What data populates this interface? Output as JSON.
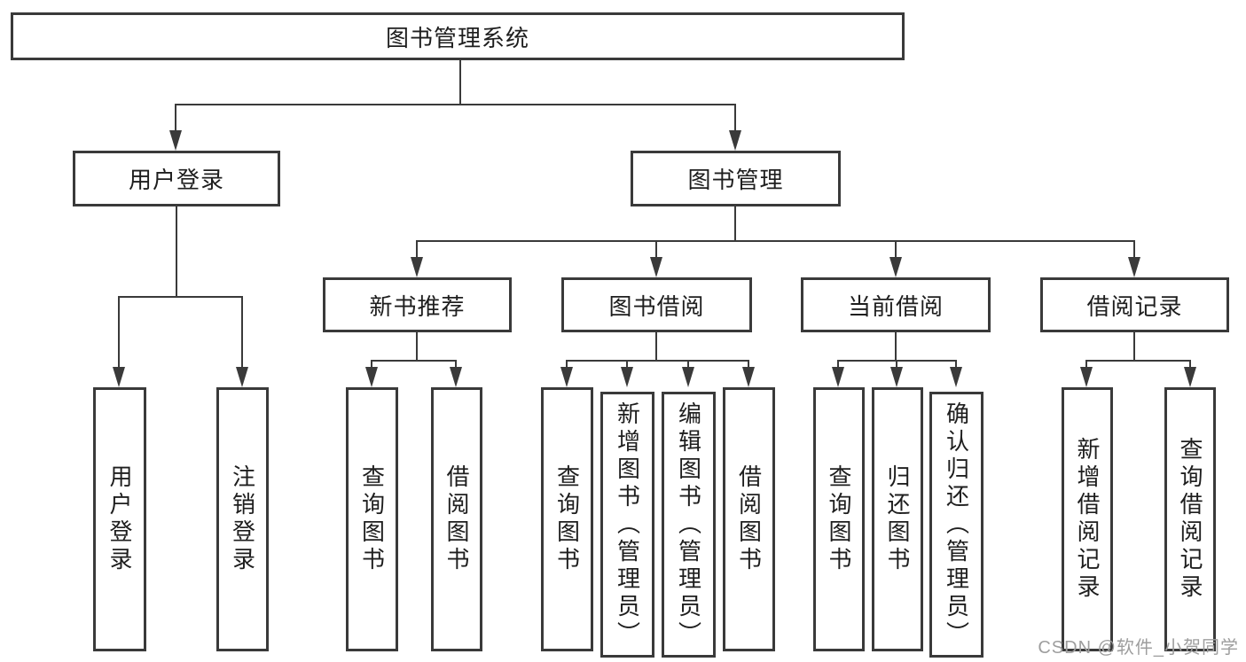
{
  "tree": {
    "root": "图书管理系统",
    "branches": [
      {
        "label": "用户登录",
        "children": [
          {
            "label": "用户登录"
          },
          {
            "label": "注销登录"
          }
        ]
      },
      {
        "label": "图书管理",
        "children": [
          {
            "label": "新书推荐",
            "children": [
              {
                "label": "查询图书"
              },
              {
                "label": "借阅图书"
              }
            ]
          },
          {
            "label": "图书借阅",
            "children": [
              {
                "label": "查询图书"
              },
              {
                "label": "新增图书（管理员）"
              },
              {
                "label": "编辑图书（管理员）"
              },
              {
                "label": "借阅图书"
              }
            ]
          },
          {
            "label": "当前借阅",
            "children": [
              {
                "label": "查询图书"
              },
              {
                "label": "归还图书"
              },
              {
                "label": "确认归还（管理员）"
              }
            ]
          },
          {
            "label": "借阅记录",
            "children": [
              {
                "label": "新增借阅记录"
              },
              {
                "label": "查询借阅记录"
              }
            ]
          }
        ]
      }
    ]
  },
  "watermark": {
    "text": "CSDN @软件_小贺同学",
    "color": "#9e9e9e"
  },
  "colors": {
    "line": "#3a3a3a",
    "box_border": "#3a3a3a",
    "text": "#1e1e1e",
    "background": "#ffffff"
  }
}
